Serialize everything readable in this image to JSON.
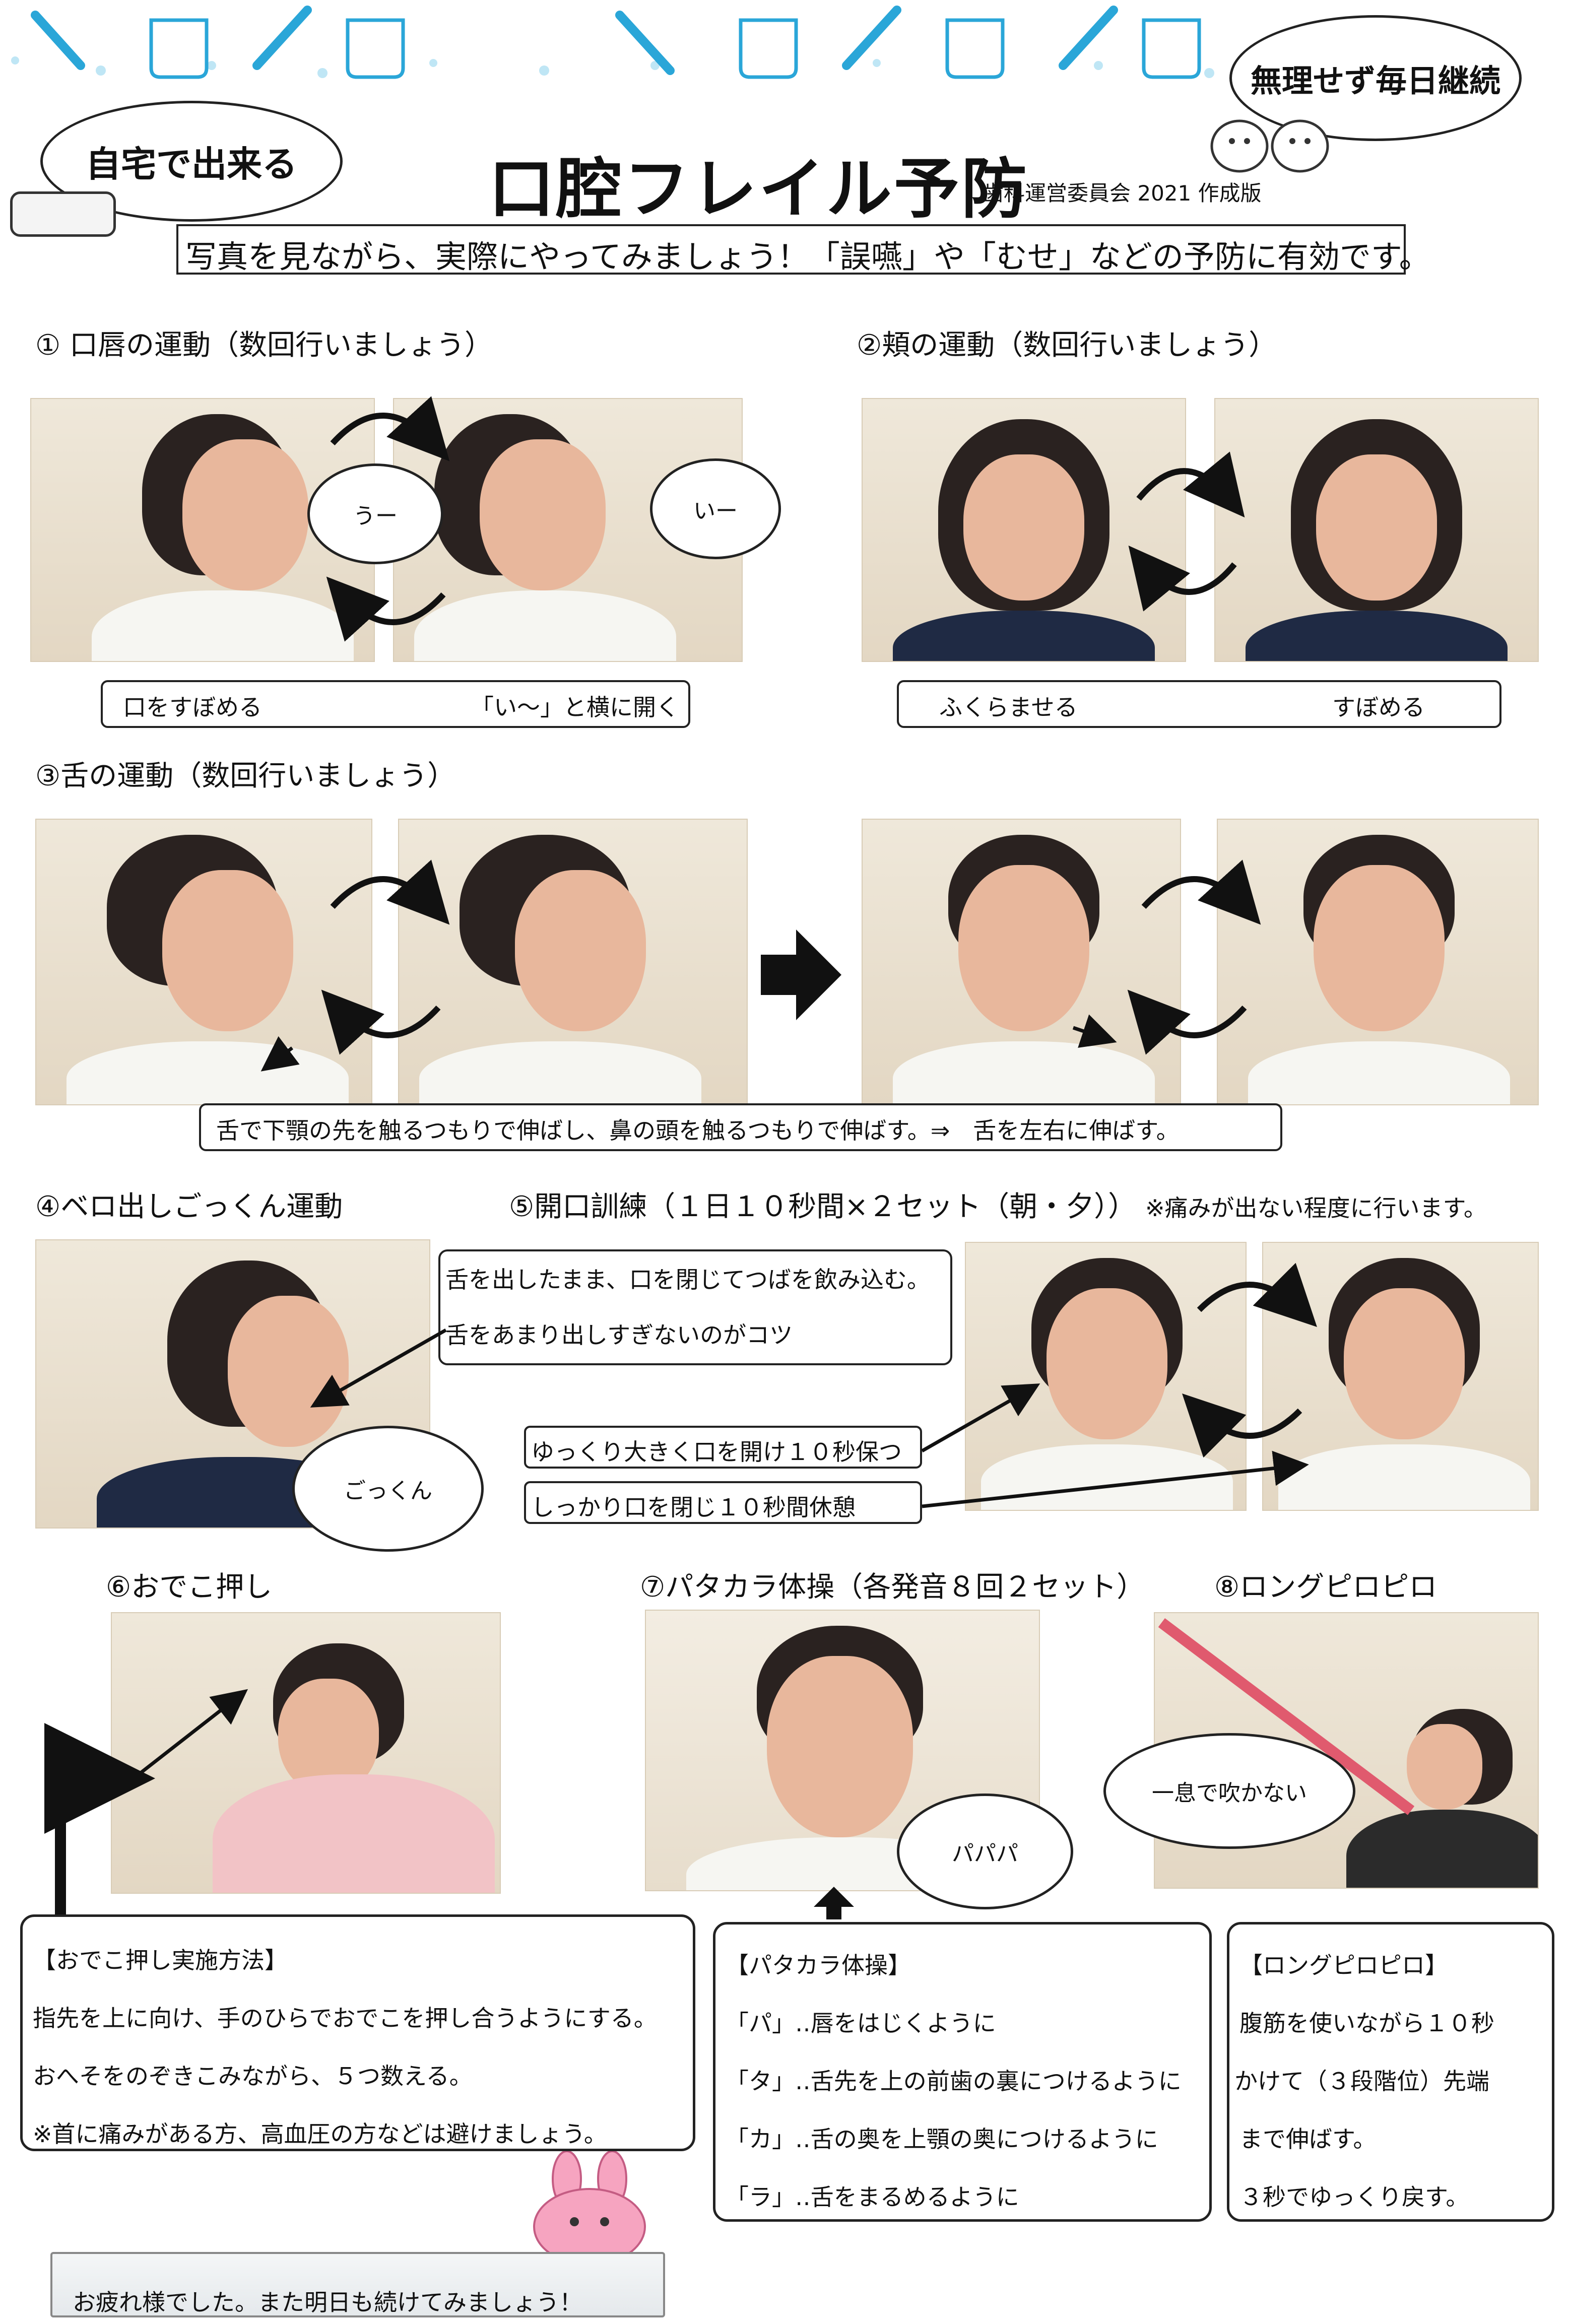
{
  "header": {
    "left_cloud": "自宅で出来る",
    "title": "口腔フレイル予防",
    "credit": "歯科運営委員会 2021 作成版",
    "right_cloud": "無理せず毎日継続",
    "subtitle": "写真を見ながら、実際にやってみましょう！「誤嚥」や「むせ」などの予防に有効です。"
  },
  "sections": {
    "s1": {
      "heading": "① 口唇の運動（数回行いましょう）",
      "bubble_left": "うー",
      "bubble_right": "いー",
      "caption_left": "口をすぼめる",
      "caption_right": "「い～」と横に開く"
    },
    "s2": {
      "heading": "②頬の運動（数回行いましょう）",
      "caption_left": "ふくらませる",
      "caption_right": "すぼめる"
    },
    "s3": {
      "heading": "③舌の運動（数回行いましょう）",
      "caption": "舌で下顎の先を触るつもりで伸ばし、鼻の頭を触るつもりで伸ばす。⇒　舌を左右に伸ばす。"
    },
    "s4": {
      "heading": "④ベロ出しごっくん運動",
      "note_line1": "舌を出したまま、口を閉じてつばを飲み込む。",
      "note_line2": "舌をあまり出しすぎないのがコツ",
      "bubble": "ごっくん"
    },
    "s5": {
      "heading": "⑤開口訓練（１日１０秒間×２セット（朝・夕））",
      "heading_note": "※痛みが出ない程度に行います。",
      "step1": "ゆっくり大きく口を開け１０秒保つ",
      "step2": "しっかり口を閉じ１０秒間休憩"
    },
    "s6": {
      "heading": "⑥おでこ押し",
      "method_title": "【おでこ押し実施方法】",
      "method_lines": [
        "指先を上に向け、手のひらでおでこを押し合うようにする。",
        "おへそをのぞきこみながら、５つ数える。",
        "※首に痛みがある方、高血圧の方などは避けましょう。"
      ]
    },
    "s7": {
      "heading": "⑦パタカラ体操（各発音８回２セット）",
      "bubble": "パパパ",
      "box_title": "【パタカラ体操】",
      "box_lines": [
        "「パ」‥唇をはじくように",
        "「タ」‥舌先を上の前歯の裏につけるように",
        "「カ」‥舌の奥を上顎の奥につけるように",
        "「ラ」‥舌をまるめるように"
      ]
    },
    "s8": {
      "heading": "⑧ロングピロピロ",
      "bubble": "一息で吹かない",
      "box_title": "【ロングピロピロ】",
      "box_lines": [
        "腹筋を使いながら１０秒",
        "かけて（３段階位）先端",
        "まで伸ばす。",
        "３秒でゆっくり戻す。"
      ]
    }
  },
  "footer": {
    "message": "お疲れ様でした。また明日も続けてみましょう！"
  },
  "colors": {
    "accent_blue": "#2aa6d8",
    "photo_wall": "#e6dccb",
    "ink": "#111111"
  }
}
